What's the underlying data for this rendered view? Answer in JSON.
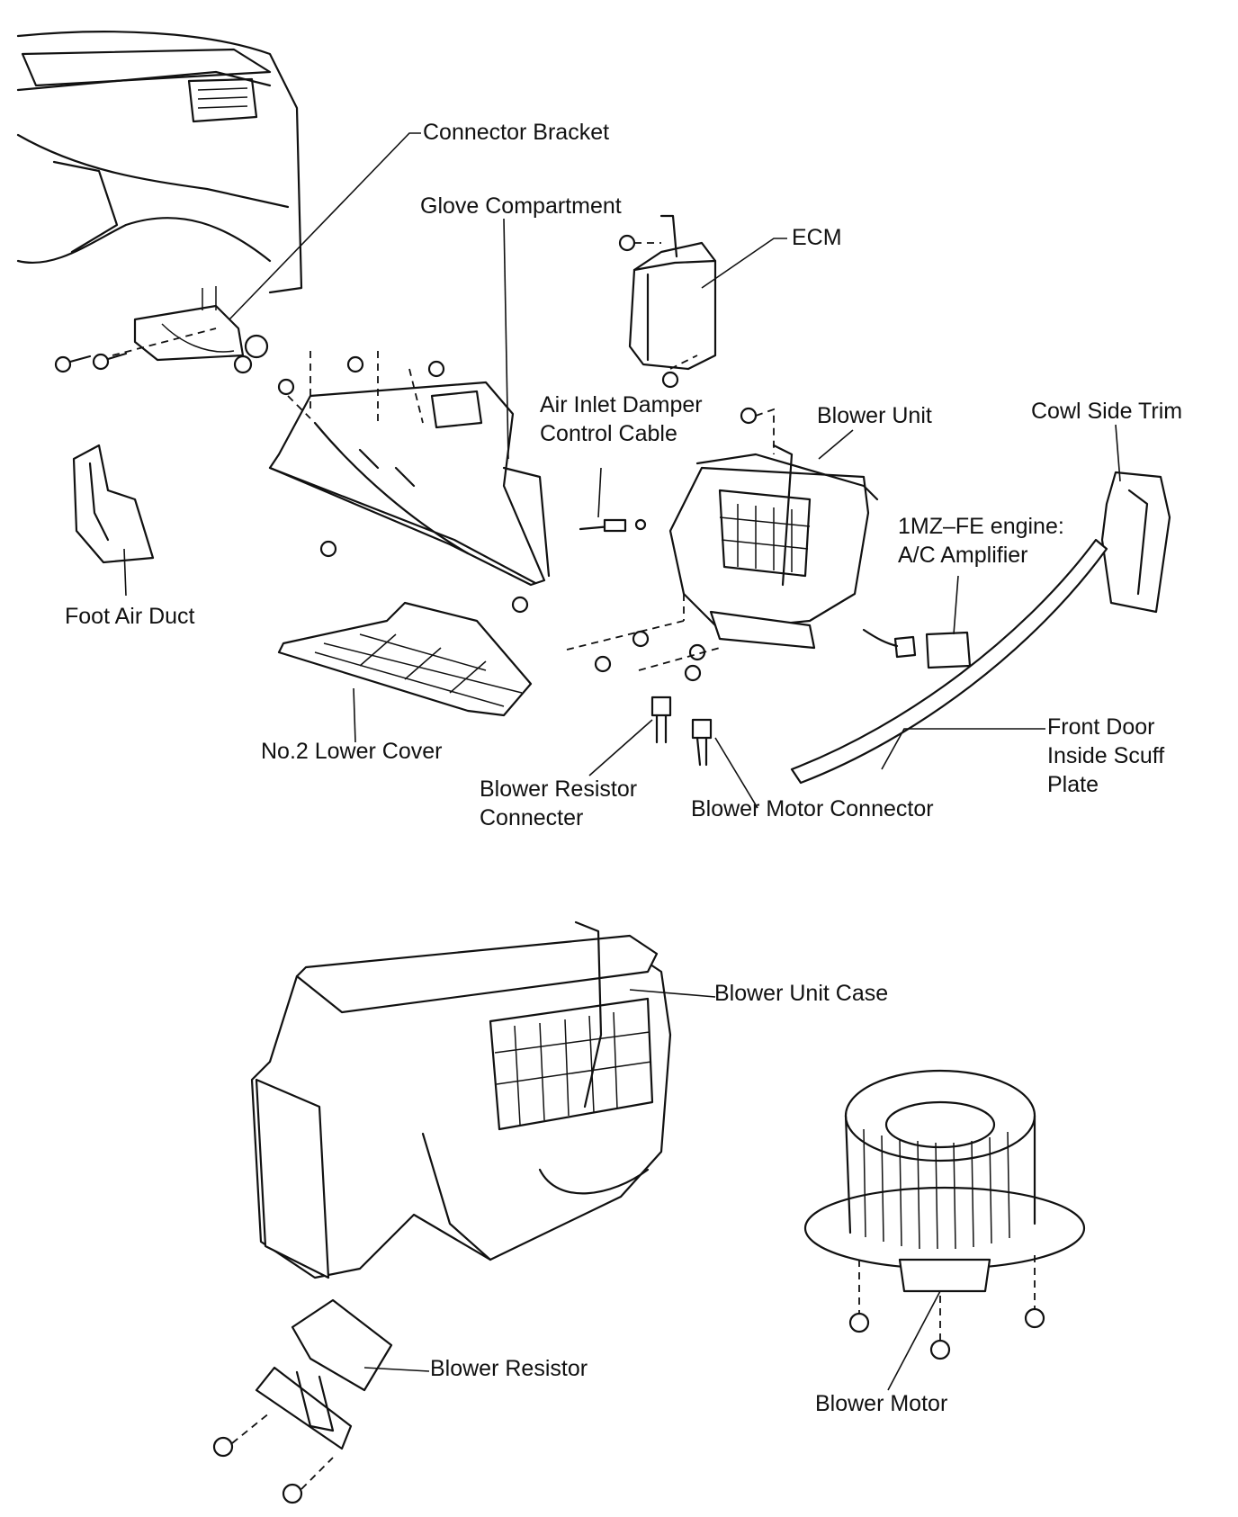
{
  "labels": {
    "connector_bracket": "Connector Bracket",
    "glove_compartment": "Glove Compartment",
    "ecm": "ECM",
    "air_inlet_damper_control_cable": "Air Inlet Damper\nControl Cable",
    "blower_unit": "Blower Unit",
    "cowl_side_trim": "Cowl Side Trim",
    "engine_ac_amplifier": "1MZ–FE engine:\nA/C Amplifier",
    "foot_air_duct": "Foot Air Duct",
    "no2_lower_cover": "No.2 Lower Cover",
    "blower_resistor_connecter": "Blower Resistor\nConnecter",
    "blower_motor_connector": "Blower Motor Connector",
    "front_door_inside_scuff_plate": "Front Door\nInside Scuff\nPlate",
    "blower_unit_case": "Blower Unit Case",
    "blower_resistor": "Blower Resistor",
    "blower_motor": "Blower Motor"
  },
  "colors": {
    "ink": "#111111",
    "background": "#ffffff"
  }
}
